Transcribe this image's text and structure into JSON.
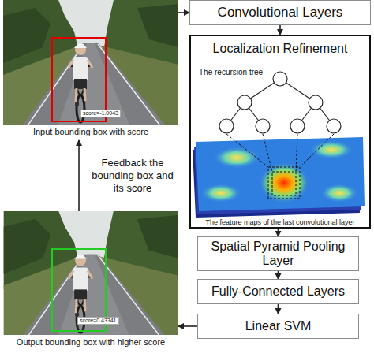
{
  "diagram": {
    "nodes": [
      {
        "text": [
          "score=-1.0043",
          "Input bounding box with score"
        ]
      },
      {
        "text": [
          "Convolutional Layers"
        ]
      },
      {
        "text": [
          "Localization Refinement",
          "The recursion tree",
          "The feature maps of the last convolutional layer"
        ]
      },
      {
        "text": [
          "Spatial Pyramid Pooling Layer"
        ]
      },
      {
        "text": [
          "Fully-Connected Layers"
        ]
      },
      {
        "text": [
          "Linear SVM"
        ]
      },
      {
        "text": [
          "score=0.43341",
          "Output bounding box with higher score"
        ]
      }
    ],
    "edges": [
      {
        "from": 0,
        "to": 1,
        "arrow": "to"
      },
      {
        "from": 1,
        "to": 2,
        "arrow": "to"
      },
      {
        "from": 2,
        "to": 3,
        "arrow": "to"
      },
      {
        "from": 3,
        "to": 4,
        "arrow": "to"
      },
      {
        "from": 4,
        "to": 5,
        "arrow": "to"
      },
      {
        "from": 5,
        "to": 6,
        "arrow": "to"
      },
      {
        "from": 6,
        "to": 0,
        "label": "Feedback the bounding box and its score",
        "arrow": "to"
      }
    ]
  }
}
